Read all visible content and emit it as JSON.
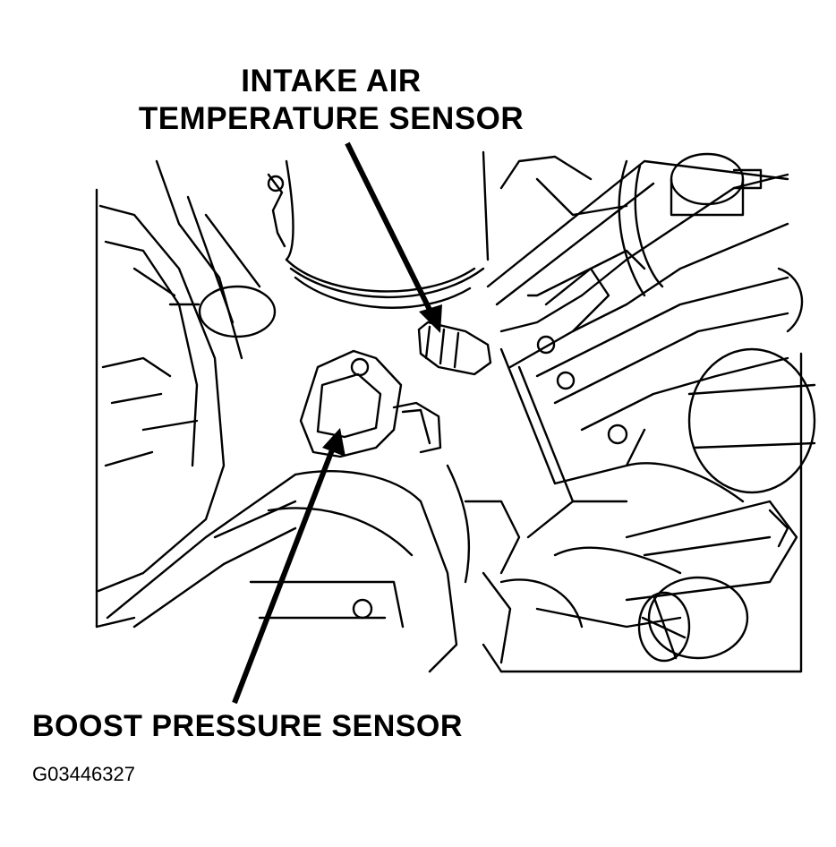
{
  "labels": {
    "intake_air_line1": "INTAKE AIR",
    "intake_air_line2": "TEMPERATURE SENSOR",
    "boost_pressure": "BOOST PRESSURE SENSOR"
  },
  "figure_id": "G03446327"
}
